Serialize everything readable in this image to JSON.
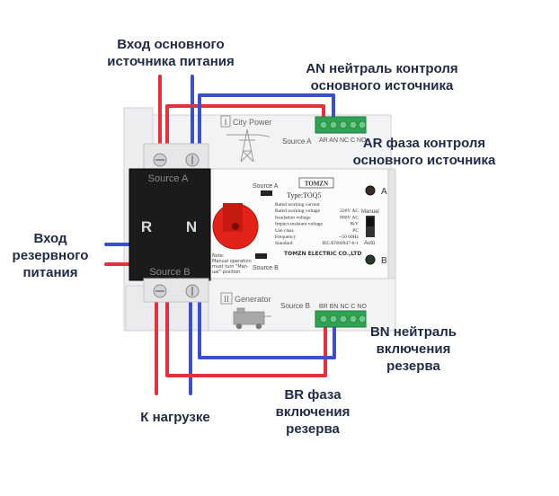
{
  "callouts": {
    "main_input": [
      "Вход основного",
      "источника питания"
    ],
    "an_neutral": [
      "AN нейтраль контроля",
      "основного источника"
    ],
    "ar_phase": [
      "AR фаза контроля",
      "основного источника"
    ],
    "backup_input": [
      "Вход",
      "резервного",
      "питания"
    ],
    "bn_neutral": [
      "BN нейтраль",
      "включения",
      "резерва"
    ],
    "load": [
      "К нагрузке"
    ],
    "br_phase": [
      "BR фаза",
      "включения",
      "резерва"
    ]
  },
  "device": {
    "top_panel": "City Power",
    "top_panel_num": "I",
    "source_a": "Source A",
    "bottom_panel": "Generator",
    "bottom_panel_num": "II",
    "source_b": "Source B",
    "terminals_top": "AR AN NC C NO",
    "terminals_bottom": "BR BN NC C NO",
    "breaker_source_a": "Source A",
    "breaker_source_b": "Source B",
    "breaker_r": "R",
    "breaker_n": "N",
    "brand": "TOMZN",
    "model": "Type:TOQ5",
    "face_source_a": "Source A",
    "face_source_b": "Source B",
    "indicator_a": "A",
    "indicator_b": "B",
    "switch_manual": "Manual",
    "switch_auto": "Auto",
    "note": [
      "Note:",
      "Manual operation",
      "must turn \"Man-",
      "ual\" position"
    ],
    "specs": [
      [
        "Rated working current",
        ""
      ],
      [
        "Rated working voltage",
        "220V AC"
      ],
      [
        "Insulation voltage",
        "800V AC"
      ],
      [
        "Impact-resistant voltage",
        "8kV"
      ],
      [
        "Use class",
        "PC"
      ],
      [
        "Frequency",
        "~50 60Hz"
      ],
      [
        "Standard",
        "IEC/EN60947-6-1"
      ]
    ],
    "maker": "TOMZN ELECTRIC CO.,LTD"
  }
}
